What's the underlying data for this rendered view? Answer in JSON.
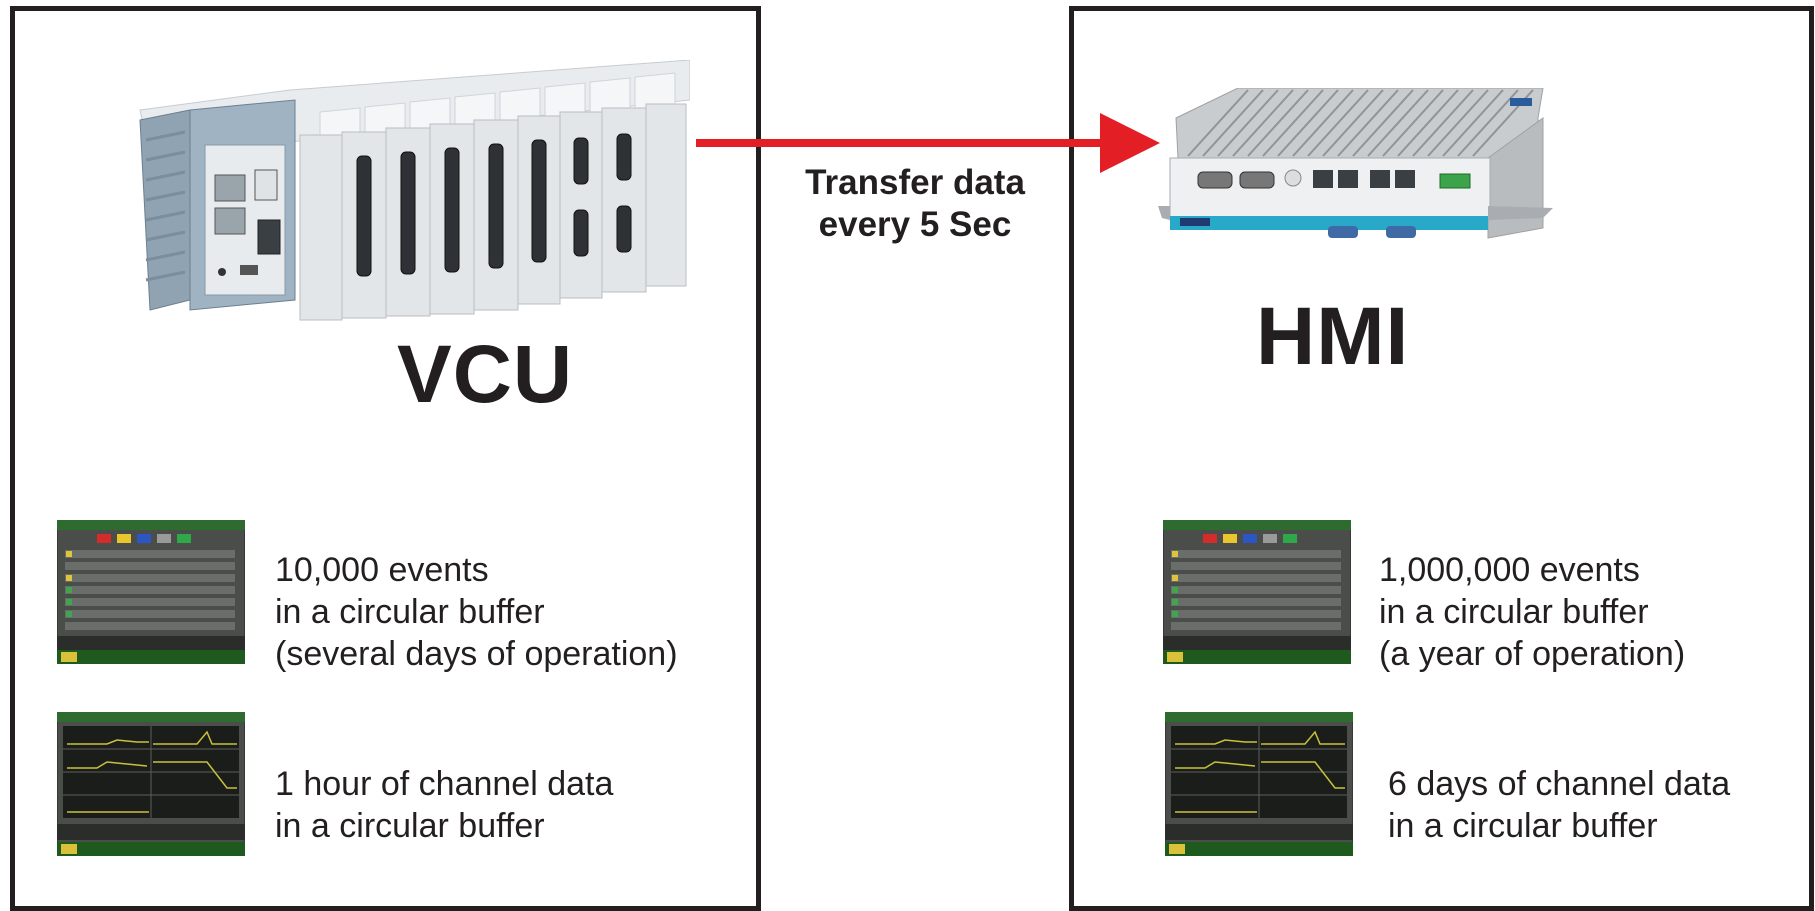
{
  "vcu": {
    "title": "VCU",
    "events": {
      "lines": [
        "10,000 events",
        "in a circular buffer",
        "(several days of operation)"
      ]
    },
    "channels": {
      "lines": [
        "1 hour of channel data",
        "in a circular buffer"
      ]
    }
  },
  "hmi": {
    "title": "HMI",
    "events": {
      "lines": [
        "1,000,000 events",
        "in a circular buffer",
        "(a year of operation)"
      ]
    },
    "channels": {
      "lines": [
        "6 days of channel data",
        "in a circular buffer"
      ]
    }
  },
  "transfer": {
    "lines": [
      "Transfer data",
      "every 5 Sec"
    ]
  },
  "colors": {
    "arrow": "#e31e24",
    "border": "#231f20",
    "screen_bg": "#3a3d3a",
    "hmi_accent": "#29a9c9"
  },
  "icons": {
    "vcu_device": "plc-controller-icon",
    "hmi_device": "industrial-pc-icon",
    "events_screen": "event-list-screen-icon",
    "channels_screen": "channel-chart-screen-icon"
  }
}
